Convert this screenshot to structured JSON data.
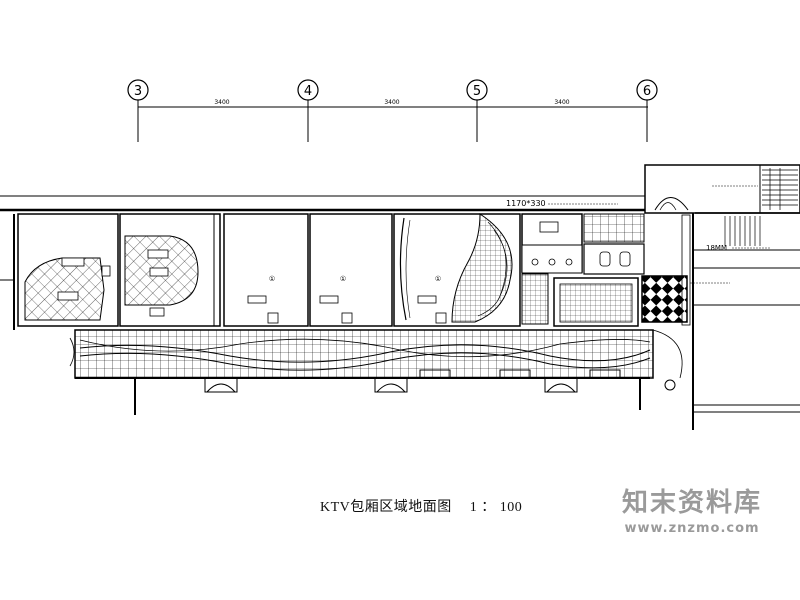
{
  "axes": [
    {
      "label": "3"
    },
    {
      "label": "4"
    },
    {
      "label": "5"
    },
    {
      "label": "6"
    }
  ],
  "dimensions": [
    "3400",
    "3400",
    "3400"
  ],
  "notes": {
    "ceiling_note": "1170*330",
    "side_note": "18MM"
  },
  "room_marks": [
    "①",
    "①",
    "①"
  ],
  "title": {
    "text": "KTV包厢区域地面图",
    "scale": "1 ： 100"
  },
  "watermark": {
    "logo": "知末资料库",
    "url": "www.znzmo.com"
  }
}
